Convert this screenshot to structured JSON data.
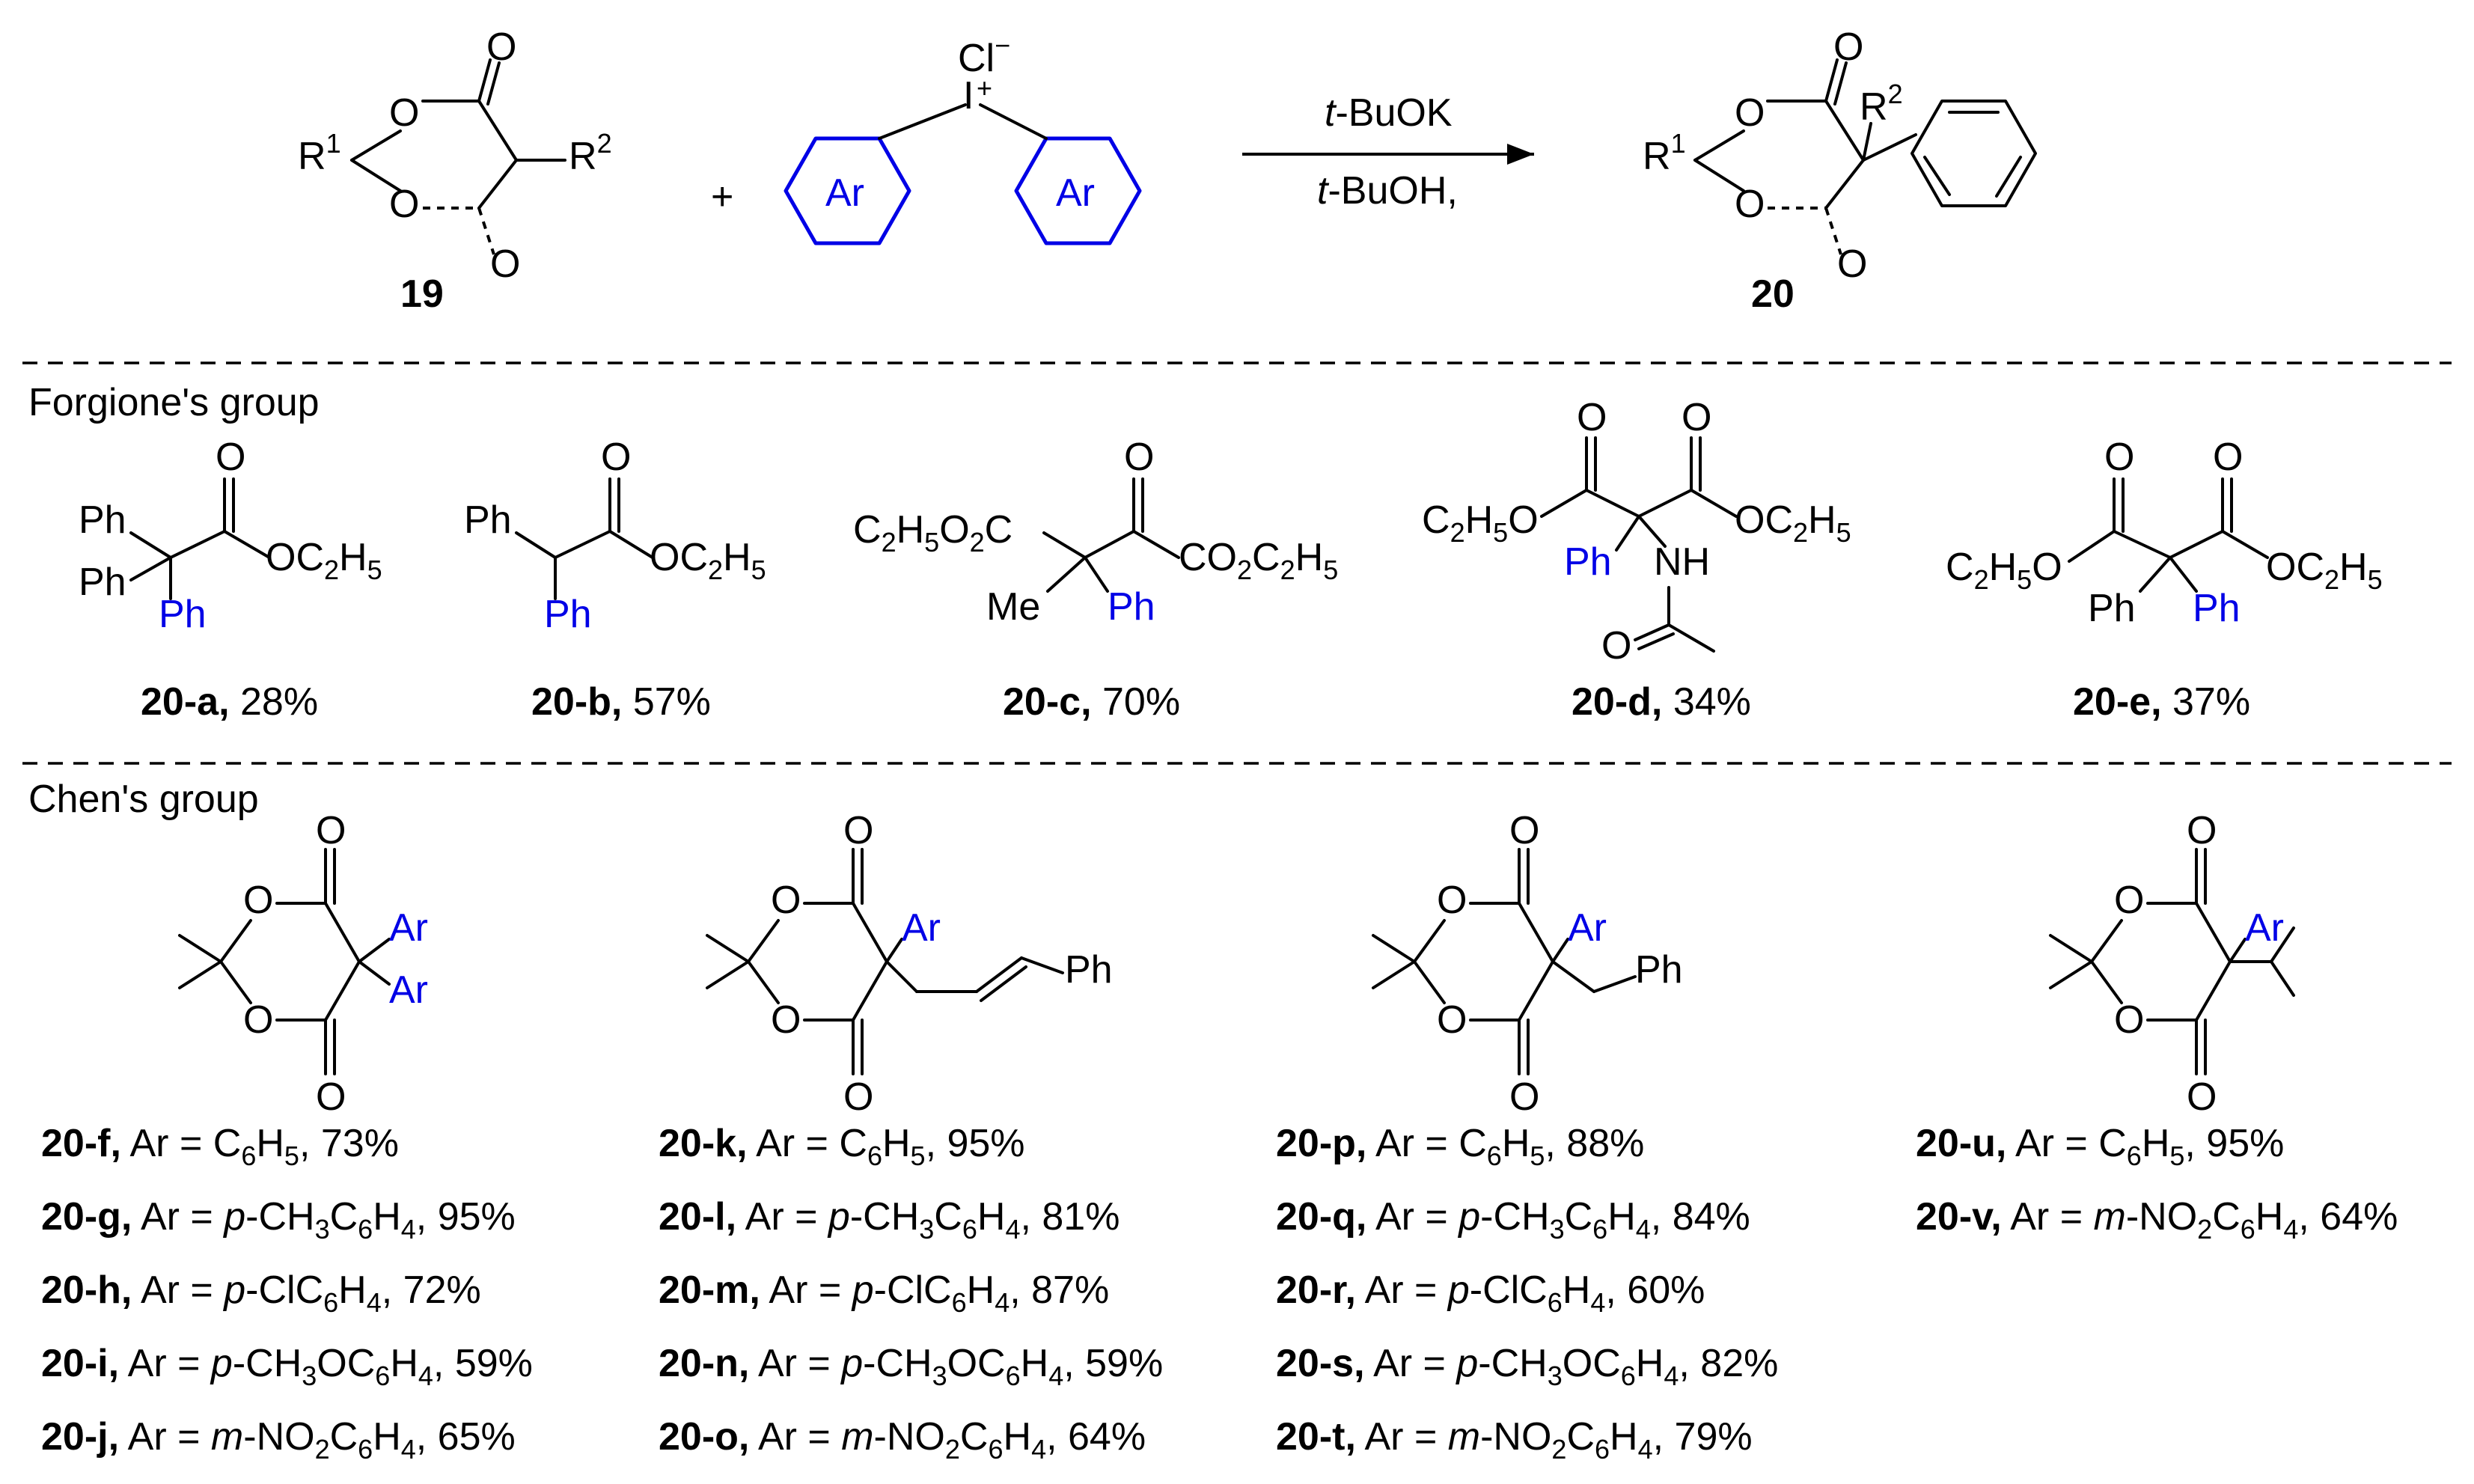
{
  "scheme": {
    "reactant_number": "19",
    "product_number": "20",
    "plus_sign": "+",
    "iodonium_anion": "Cl",
    "aryl_label": "Ar",
    "reagent_base": "t-BuOK",
    "reagent_solvent": "t-BuOH,",
    "r1_label": "R1",
    "r2_label": "R2"
  },
  "sections": {
    "forgione_title": "Forgione's group",
    "chen_title": "Chen's group"
  },
  "forgione_products": [
    {
      "id": "20-a,",
      "yield": "28%"
    },
    {
      "id": "20-b,",
      "yield": "57%"
    },
    {
      "id": "20-c,",
      "yield": "70%"
    },
    {
      "id": "20-d,",
      "yield": "34%"
    },
    {
      "id": "20-e,",
      "yield": "37%"
    }
  ],
  "chen_columns": [
    {
      "rows": [
        {
          "id": "20-f,",
          "ar": "C6H5",
          "yield": "73%"
        },
        {
          "id": "20-g,",
          "ar": "p-CH3C6H4",
          "yield": "95%"
        },
        {
          "id": "20-h,",
          "ar": "p-ClC6H4",
          "yield": "72%"
        },
        {
          "id": "20-i,",
          "ar": "p-CH3OC6H4",
          "yield": "59%"
        },
        {
          "id": "20-j,",
          "ar": "m-NO2C6H4",
          "yield": "65%"
        }
      ]
    },
    {
      "rows": [
        {
          "id": "20-k,",
          "ar": "C6H5",
          "yield": "95%"
        },
        {
          "id": "20-l,",
          "ar": "p-CH3C6H4",
          "yield": "81%"
        },
        {
          "id": "20-m,",
          "ar": "p-ClC6H4",
          "yield": "87%"
        },
        {
          "id": "20-n,",
          "ar": "p-CH3OC6H4",
          "yield": "59%"
        },
        {
          "id": "20-o,",
          "ar": "m-NO2C6H4",
          "yield": "64%"
        }
      ]
    },
    {
      "rows": [
        {
          "id": "20-p,",
          "ar": "C6H5",
          "yield": "88%"
        },
        {
          "id": "20-q,",
          "ar": "p-CH3C6H4",
          "yield": "84%"
        },
        {
          "id": "20-r,",
          "ar": "p-ClC6H4",
          "yield": "60%"
        },
        {
          "id": "20-s,",
          "ar": "p-CH3OC6H4",
          "yield": "82%"
        },
        {
          "id": "20-t,",
          "ar": "m-NO2C6H4",
          "yield": "79%"
        }
      ]
    },
    {
      "rows": [
        {
          "id": "20-u,",
          "ar": "C6H5",
          "yield": "95%"
        },
        {
          "id": "20-v,",
          "ar": "m-NO2C6H4",
          "yield": "64%"
        }
      ]
    }
  ],
  "colors": {
    "aryl_highlight": "#0000e6",
    "text": "#000000"
  }
}
